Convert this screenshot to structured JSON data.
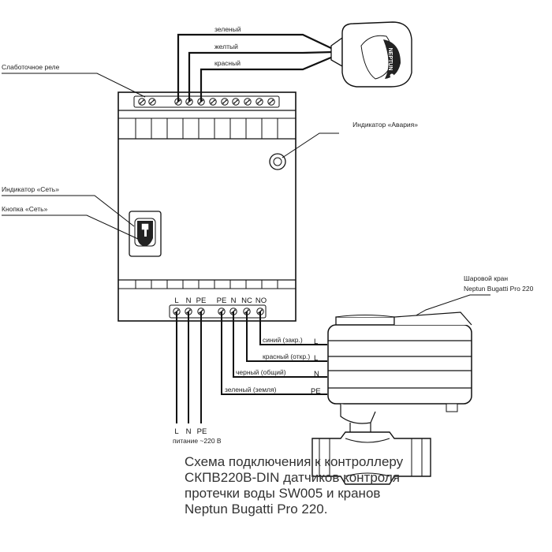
{
  "labels": {
    "relay": "Слаботочное реле",
    "alarm_indicator": "Индикатор «Авария»",
    "power_indicator": "Индикатор «Сеть»",
    "power_button": "Кнопка «Сеть»",
    "valve": [
      "Шаровой кран",
      "Neptun Bugatti Pro 220"
    ]
  },
  "sensor_wires": [
    "зеленый",
    "желтый",
    "красный"
  ],
  "sensor_brand": "NEPTUN",
  "bottom_terminals": [
    "L",
    "N",
    "PE",
    "PE",
    "N",
    "NC",
    "NO"
  ],
  "valve_wires": [
    {
      "name": "синий (закр.)",
      "pin": "L"
    },
    {
      "name": "красный (откр.)",
      "pin": "L"
    },
    {
      "name": "черный (общий)",
      "pin": "N"
    },
    {
      "name": "зеленый (земля)",
      "pin": "PE"
    }
  ],
  "supply_terminals": [
    "L",
    "N",
    "PE"
  ],
  "supply_label": "питание ~220 В",
  "caption": [
    "Схема подключения к контроллеру",
    "СКПВ220В-DIN датчиков контроля",
    "протечки воды SW005 и кранов",
    "Neptun Bugatti Pro 220."
  ]
}
